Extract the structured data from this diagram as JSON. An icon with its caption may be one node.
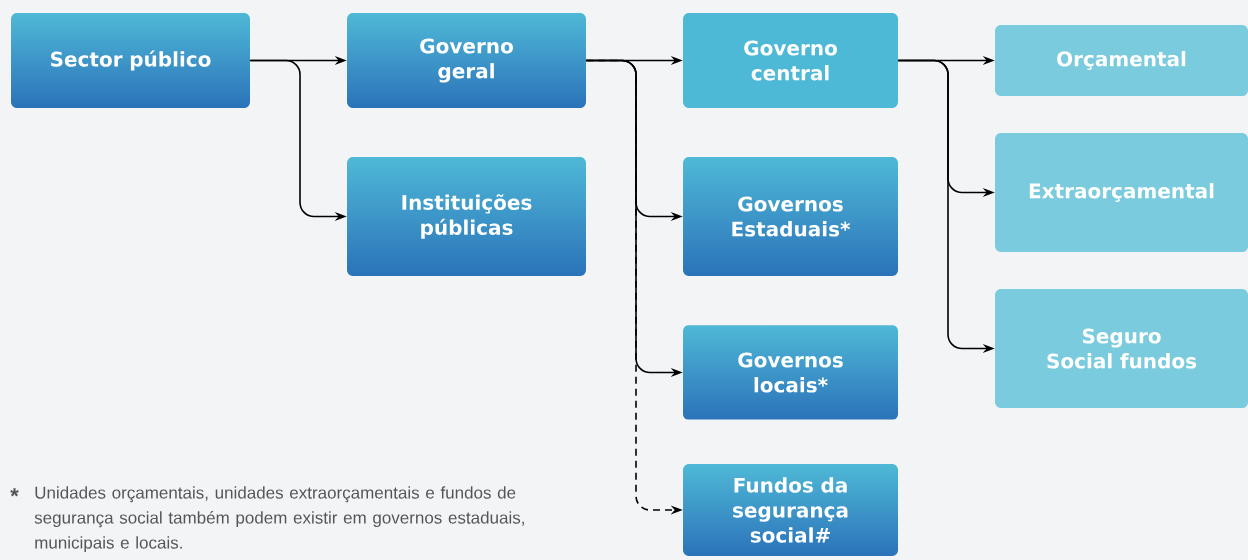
{
  "diagram": {
    "nodes": [
      {
        "text": [
          "Sector público"
        ]
      },
      {
        "text": [
          "Governo geral"
        ]
      },
      {
        "text": [
          "Instituições públicas"
        ]
      },
      {
        "text": [
          "Governo central"
        ]
      },
      {
        "text": [
          "Governos Estaduais*"
        ]
      },
      {
        "text": [
          "Governos locais*"
        ]
      },
      {
        "text": [
          "Fundos da segurança social#"
        ]
      },
      {
        "text": [
          "Orçamental"
        ]
      },
      {
        "text": [
          "Extraorçamental"
        ]
      },
      {
        "text": [
          "Seguro Social fundos"
        ]
      }
    ],
    "edges": [
      {
        "from": 0,
        "to": 1,
        "arrow": "to"
      },
      {
        "from": 0,
        "to": 2,
        "arrow": "to"
      },
      {
        "from": 1,
        "to": 3,
        "arrow": "to"
      },
      {
        "from": 1,
        "to": 4,
        "arrow": "to"
      },
      {
        "from": 1,
        "to": 5,
        "arrow": "to"
      },
      {
        "from": 1,
        "to": 6,
        "arrow": "to",
        "style": "dashed"
      },
      {
        "from": 3,
        "to": 7,
        "arrow": "to"
      },
      {
        "from": 3,
        "to": 8,
        "arrow": "to"
      },
      {
        "from": 3,
        "to": 9,
        "arrow": "to"
      }
    ],
    "labels": [
      "*",
      "Unidades orçamentais, unidades extraorçamentais e fundos de segurança social também podem existir em governos estaduais, municipais e locais."
    ]
  }
}
